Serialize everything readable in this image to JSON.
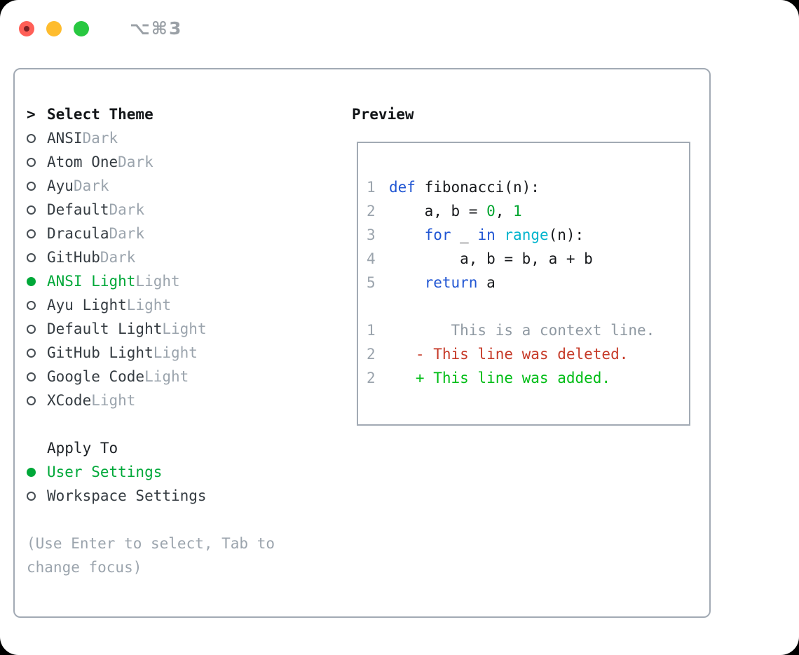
{
  "window": {
    "title": "⌥⌘3",
    "controls": [
      {
        "name": "close",
        "color": "#ff5f57",
        "has_inner_dot": true,
        "inner_dot_color": "#7c2225"
      },
      {
        "name": "minimize",
        "color": "#febc2e",
        "has_inner_dot": false
      },
      {
        "name": "zoom",
        "color": "#28c840",
        "has_inner_dot": false
      }
    ]
  },
  "theme_panel": {
    "header": {
      "cursor": ">",
      "label": "Select Theme"
    },
    "themes": [
      {
        "name": "ANSI",
        "tag": "Dark",
        "selected": false
      },
      {
        "name": "Atom One",
        "tag": "Dark",
        "selected": false
      },
      {
        "name": "Ayu",
        "tag": "Dark",
        "selected": false
      },
      {
        "name": "Default",
        "tag": "Dark",
        "selected": false
      },
      {
        "name": "Dracula",
        "tag": "Dark",
        "selected": false
      },
      {
        "name": "GitHub",
        "tag": "Dark",
        "selected": false
      },
      {
        "name": "ANSI Light",
        "tag": "Light",
        "selected": true
      },
      {
        "name": "Ayu Light",
        "tag": "Light",
        "selected": false
      },
      {
        "name": "Default Light",
        "tag": "Light",
        "selected": false
      },
      {
        "name": "GitHub Light",
        "tag": "Light",
        "selected": false
      },
      {
        "name": "Google Code",
        "tag": "Light",
        "selected": false
      },
      {
        "name": "XCode",
        "tag": "Light",
        "selected": false
      }
    ],
    "apply_to": {
      "label": "Apply To",
      "options": [
        {
          "name": "User Settings",
          "selected": true
        },
        {
          "name": "Workspace Settings",
          "selected": false
        }
      ]
    },
    "help_lines": [
      "(Use Enter to select, Tab to",
      "change focus)"
    ]
  },
  "preview": {
    "label": "Preview",
    "code_lines": [
      {
        "num": "1",
        "tokens": [
          {
            "c": "kw",
            "t": "def"
          },
          {
            "c": "pl",
            "t": " fibonacci(n):"
          }
        ]
      },
      {
        "num": "2",
        "tokens": [
          {
            "c": "pl",
            "t": "    a, b = "
          },
          {
            "c": "num",
            "t": "0"
          },
          {
            "c": "pl",
            "t": ", "
          },
          {
            "c": "num",
            "t": "1"
          }
        ]
      },
      {
        "num": "3",
        "tokens": [
          {
            "c": "pl",
            "t": "    "
          },
          {
            "c": "kw",
            "t": "for"
          },
          {
            "c": "pl",
            "t": " _ "
          },
          {
            "c": "kw",
            "t": "in"
          },
          {
            "c": "pl",
            "t": " "
          },
          {
            "c": "fn",
            "t": "range"
          },
          {
            "c": "pl",
            "t": "(n):"
          }
        ]
      },
      {
        "num": "4",
        "tokens": [
          {
            "c": "pl",
            "t": "        a, b = b, a + b"
          }
        ]
      },
      {
        "num": "5",
        "tokens": [
          {
            "c": "pl",
            "t": "    "
          },
          {
            "c": "kw",
            "t": "return"
          },
          {
            "c": "pl",
            "t": " a"
          }
        ]
      }
    ],
    "diff_lines": [
      {
        "num": "1",
        "tokens": [
          {
            "c": "ctx",
            "t": "       This is a context line."
          }
        ]
      },
      {
        "num": "2",
        "tokens": [
          {
            "c": "del",
            "t": "   - This line was deleted."
          }
        ]
      },
      {
        "num": "2",
        "tokens": [
          {
            "c": "add",
            "t": "   + This line was added."
          }
        ]
      }
    ]
  },
  "colors": {
    "accent_green": "#00a839",
    "diff_added": "#00bd16",
    "diff_deleted": "#c63a28",
    "keyword_blue": "#2156d3",
    "function_cyan": "#00b4cd",
    "number_green": "#00a52f",
    "muted_gray": "#9ba4ad",
    "panel_border": "#a2aab4",
    "text_dark": "#17191c"
  }
}
